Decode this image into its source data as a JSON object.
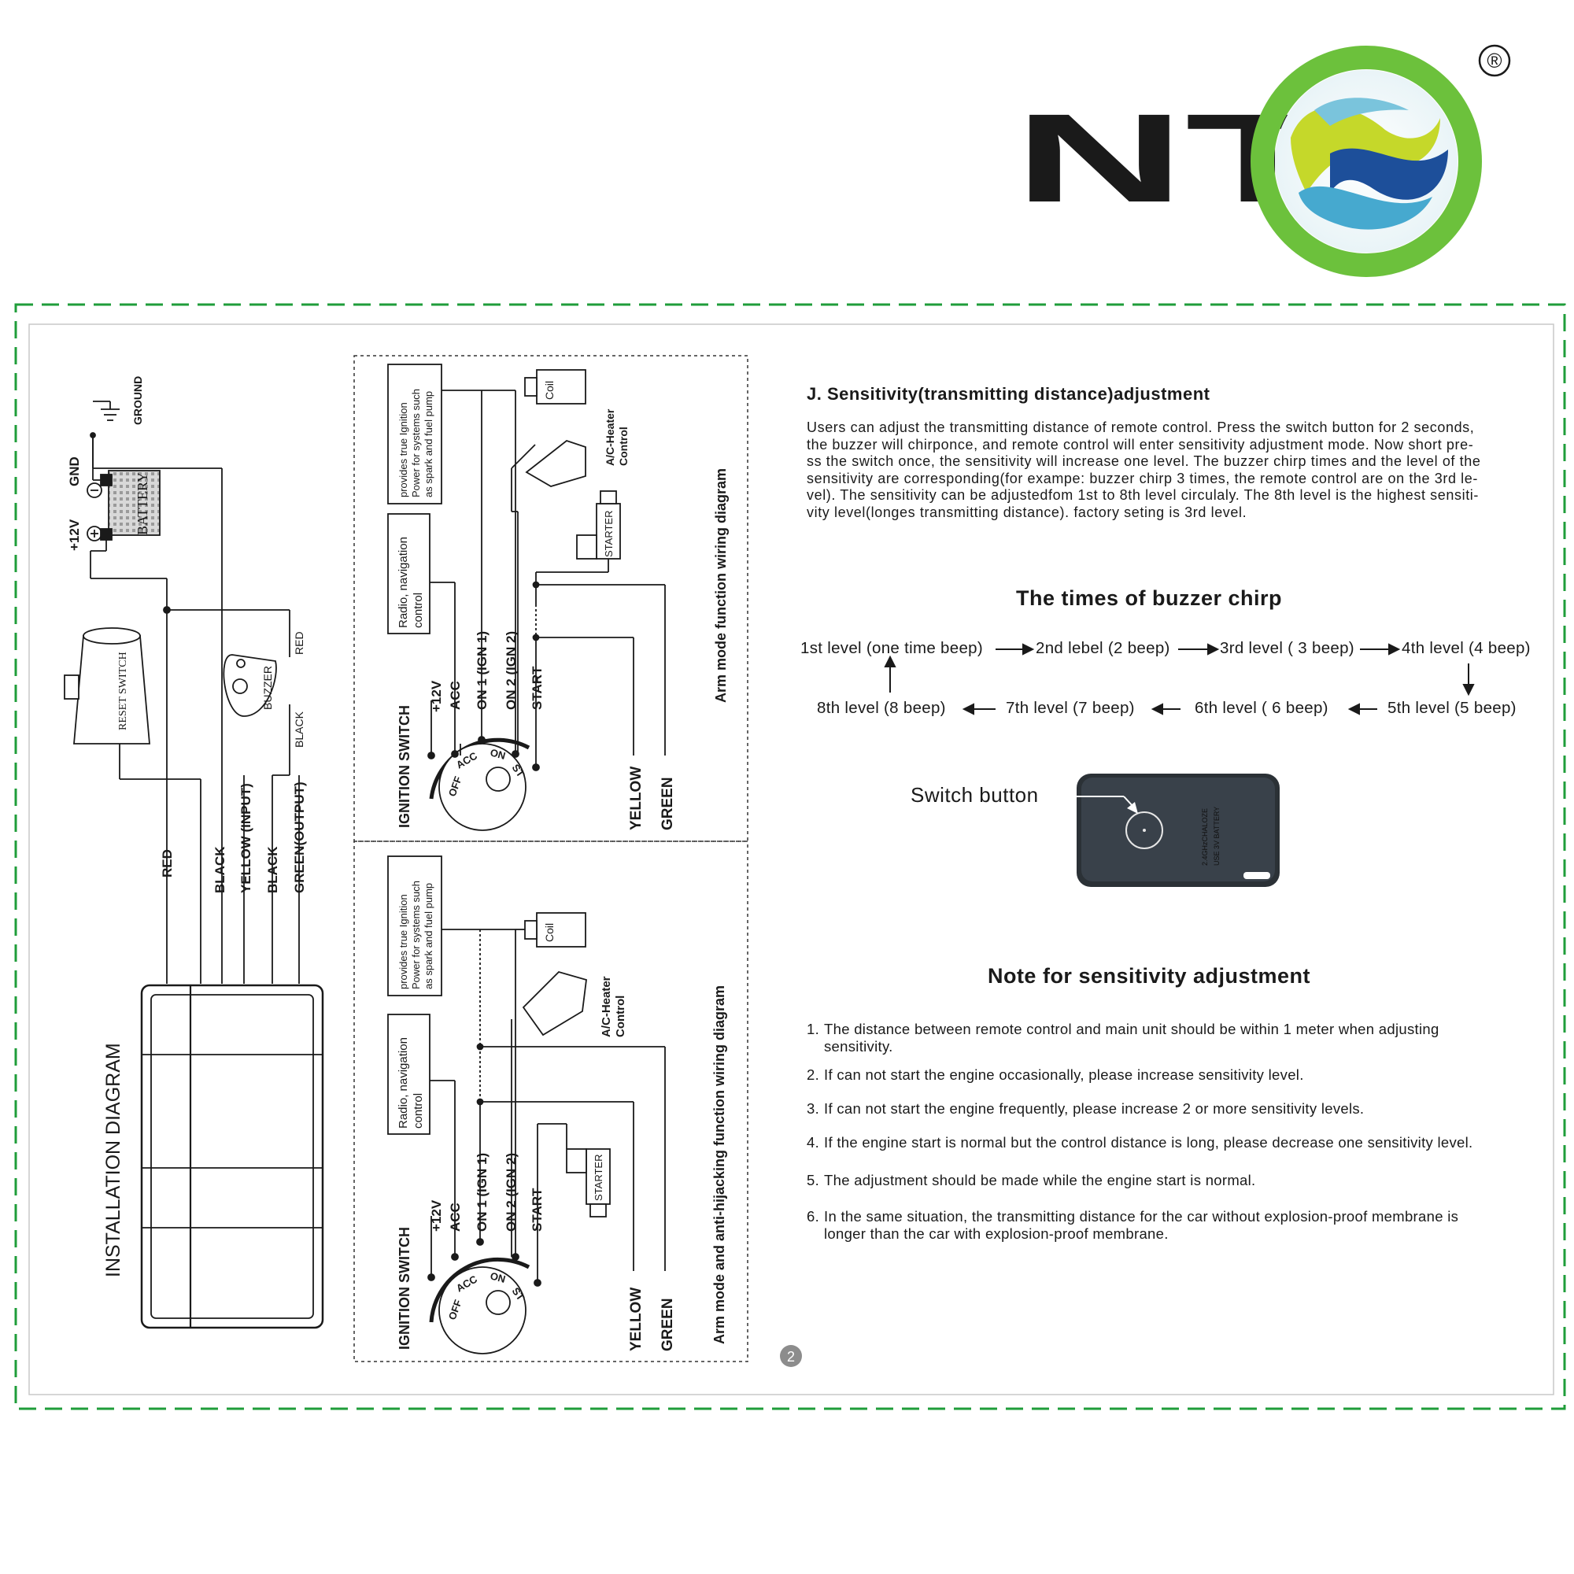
{
  "logo": {
    "text": "NT",
    "registered": "®"
  },
  "installation": {
    "title": "INSTALLATION DIAGRAM",
    "labels": {
      "ground": "GROUND",
      "gnd": "GND",
      "plus12v": "+12V",
      "battery": "BATTERY",
      "reset_switch": "RESET SWITCH",
      "buzzer": "BUZZER",
      "red_buzzer": "RED",
      "black_buzzer": "BLACK",
      "wire_red": "RED",
      "wire_black1": "BLACK",
      "wire_yellow": "YELLOW (INPUT)",
      "wire_black2": "BLACK",
      "wire_green": "GREEN(OUTPUT)"
    }
  },
  "arm_diagram": {
    "title": "Arm mode function  wiring diagram",
    "provides_text": [
      "provides true Ignition",
      "Power for systems such",
      "as spark and fuel pump"
    ],
    "radio_text": [
      "Radio, navigation",
      "control"
    ],
    "coil": "Coil",
    "ac_heater": [
      "A/C-Heater",
      "Control"
    ],
    "starter": "STARTER",
    "ignition_switch": "IGNITION SWITCH",
    "terminals": [
      "+12V",
      "ACC",
      "ON 1 (IGN 1)",
      "ON 2 (IGN 2)",
      "START"
    ],
    "dial": [
      "OFF",
      "ACC",
      "ON",
      "ST"
    ],
    "wires": [
      "YELLOW",
      "GREEN"
    ]
  },
  "anti_diagram": {
    "title": "Arm mode and anti-hijacking function  wiring diagram",
    "provides_text": [
      "provides true Ignition",
      "Power for systems such",
      "as spark and fuel pump"
    ],
    "radio_text": [
      "Radio, navigation",
      "control"
    ],
    "coil": "Coil",
    "ac_heater": [
      "A/C-Heater",
      "Control"
    ],
    "starter": "STARTER",
    "ignition_switch": "IGNITION SWITCH",
    "terminals": [
      "+12V",
      "ACC",
      "ON 1 (IGN 1)",
      "ON 2 (IGN 2)",
      "START"
    ],
    "dial": [
      "OFF",
      "ACC",
      "ON",
      "ST"
    ],
    "wires": [
      "YELLOW",
      "GREEN"
    ]
  },
  "page_number": "2",
  "sensitivity": {
    "title": "J. Sensitivity(transmitting distance)adjustment",
    "lines": [
      "Users can adjust the transmitting distance of remote control. Press the switch button for 2 seconds,",
      "the buzzer will chirponce, and remote control will enter sensitivity adjustment mode. Now short pre-",
      "ss the switch once, the sensitivity will increase one level. The buzzer chirp times and the level of the",
      "sensitivity are corresponding(for exampe: buzzer chirp 3 times, the remote control are on the 3rd le-",
      "vel). The sensitivity can be adjustedfom 1st to 8th level circulaly. The 8th level is the highest sensiti-",
      "vity level(longes transmitting distance). factory seting is 3rd level."
    ]
  },
  "chirp": {
    "title": "The times of buzzer chirp",
    "levels": [
      "1st level (one time beep)",
      "2nd lebel (2 beep)",
      "3rd level ( 3 beep)",
      "4th level (4 beep)",
      "5th level (5 beep)",
      "6th level ( 6 beep)",
      "7th level (7 beep)",
      "8th level (8 beep)"
    ]
  },
  "remote": {
    "switch_label": "Switch button",
    "side_text": [
      "2.4GHzCHALOZE",
      "USE 3V BATTERY"
    ]
  },
  "notes": {
    "title": "Note for sensitivity adjustment",
    "items": [
      {
        "num": "1.",
        "lines": [
          "The distance between remote control and main unit should be within 1 meter when adjusting",
          "sensitivity."
        ]
      },
      {
        "num": "2.",
        "lines": [
          "If can not start the engine occasionally, please increase sensitivity level."
        ]
      },
      {
        "num": "3.",
        "lines": [
          "If can not start the engine frequently, please increase 2 or more sensitivity levels."
        ]
      },
      {
        "num": "4.",
        "lines": [
          "If the engine start is normal but the control distance is long, please decrease one sensitivity level."
        ]
      },
      {
        "num": "5.",
        "lines": [
          "The adjustment should be made while the engine start is normal."
        ]
      },
      {
        "num": "6.",
        "lines": [
          "In the same situation, the transmitting distance for the car without explosion-proof membrane is",
          "longer than the car with explosion-proof membrane."
        ]
      }
    ]
  },
  "colors": {
    "frame_green": "#1f9d3a",
    "logo_green": "#6cc13c",
    "logo_blue": "#1d4f9a",
    "text": "#1a1a1a"
  }
}
